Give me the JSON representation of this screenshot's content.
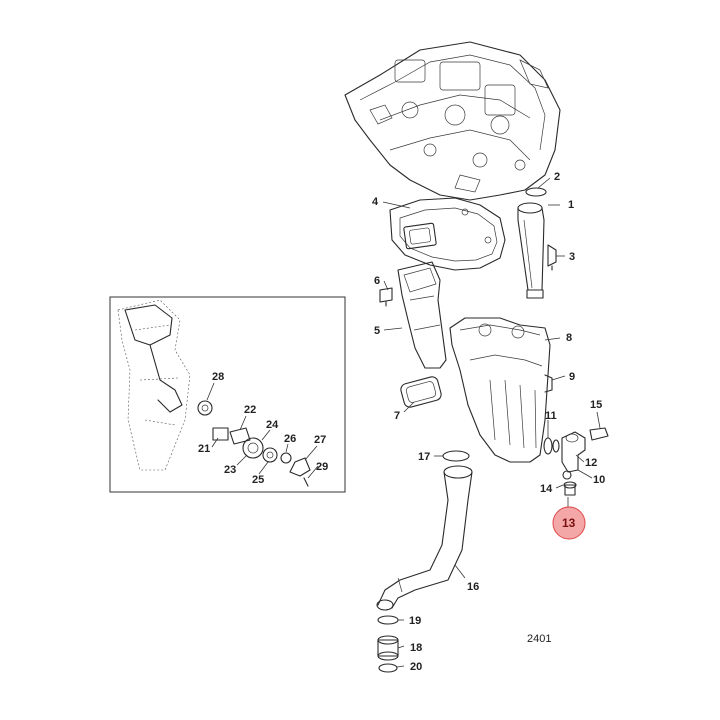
{
  "diagram": {
    "drawing_number": "2401",
    "highlight_color": "#f4a7a7",
    "highlighted_part": "13",
    "callouts": [
      {
        "id": "c1",
        "label": "1"
      },
      {
        "id": "c2",
        "label": "2"
      },
      {
        "id": "c3",
        "label": "3"
      },
      {
        "id": "c4",
        "label": "4"
      },
      {
        "id": "c5",
        "label": "5"
      },
      {
        "id": "c6",
        "label": "6"
      },
      {
        "id": "c7",
        "label": "7"
      },
      {
        "id": "c8",
        "label": "8"
      },
      {
        "id": "c9",
        "label": "9"
      },
      {
        "id": "c10",
        "label": "10"
      },
      {
        "id": "c11",
        "label": "11"
      },
      {
        "id": "c12",
        "label": "12"
      },
      {
        "id": "c13",
        "label": "13"
      },
      {
        "id": "c14",
        "label": "14"
      },
      {
        "id": "c15",
        "label": "15"
      },
      {
        "id": "c16",
        "label": "16"
      },
      {
        "id": "c17",
        "label": "17"
      },
      {
        "id": "c18",
        "label": "18"
      },
      {
        "id": "c19",
        "label": "19"
      },
      {
        "id": "c20",
        "label": "20"
      },
      {
        "id": "c21",
        "label": "21"
      },
      {
        "id": "c22",
        "label": "22"
      },
      {
        "id": "c23",
        "label": "23"
      },
      {
        "id": "c24",
        "label": "24"
      },
      {
        "id": "c25",
        "label": "25"
      },
      {
        "id": "c26",
        "label": "26"
      },
      {
        "id": "c27",
        "label": "27"
      },
      {
        "id": "c28",
        "label": "28"
      },
      {
        "id": "c29",
        "label": "29"
      }
    ]
  }
}
